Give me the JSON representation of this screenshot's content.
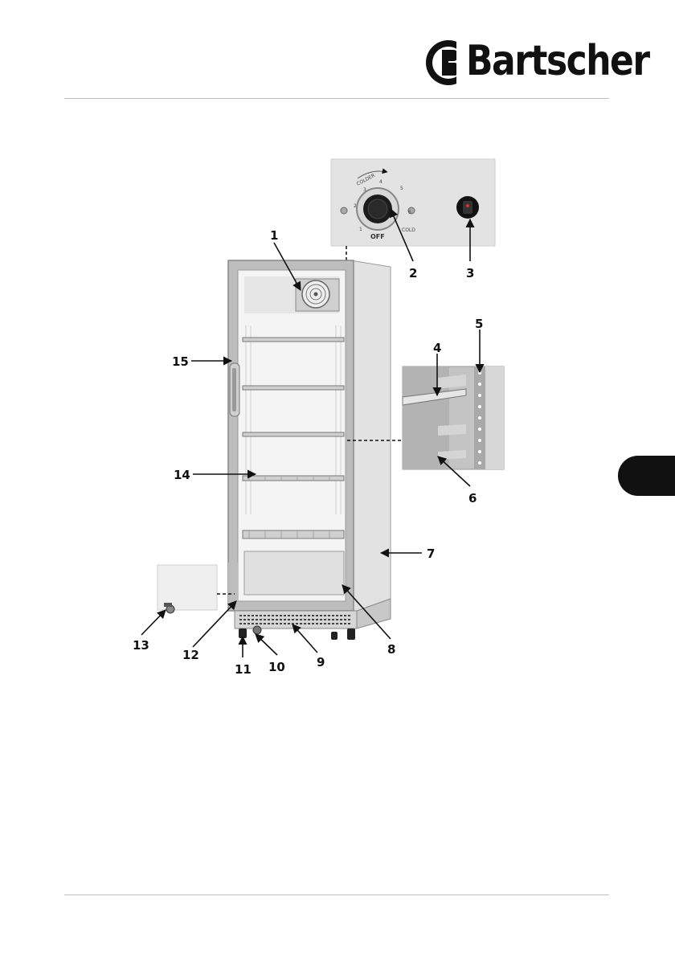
{
  "brand": {
    "name": "Bartscher"
  },
  "dial": {
    "scale": [
      "1",
      "2",
      "3",
      "4",
      "5",
      "6"
    ],
    "colder": "COLDER",
    "off": "OFF",
    "cold": "COLD"
  },
  "callouts": [
    "1",
    "2",
    "3",
    "4",
    "5",
    "6",
    "7",
    "8",
    "9",
    "10",
    "11",
    "12",
    "13",
    "14",
    "15"
  ],
  "colors": {
    "ink": "#111111",
    "rule": "#bdbdbd",
    "panel": "#e3e3e3",
    "frame": "#bfbfbf"
  }
}
